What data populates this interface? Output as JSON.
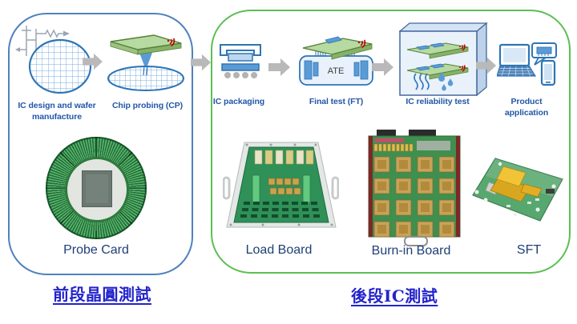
{
  "front_section": {
    "caption": "前段晶圓測試",
    "steps": [
      {
        "label": "IC design and wafer manufacture"
      },
      {
        "label": "Chip probing (CP)"
      }
    ],
    "hardware": [
      {
        "label": "Probe Card"
      }
    ]
  },
  "back_section": {
    "caption": "後段IC測試",
    "steps": [
      {
        "label": "IC packaging"
      },
      {
        "label": "Final test (FT)",
        "machine_text": "ATE"
      },
      {
        "label": "IC reliability test"
      },
      {
        "label": "Product application"
      }
    ],
    "hardware": [
      {
        "label": "Load Board"
      },
      {
        "label": "Burn-in Board"
      },
      {
        "label": "SFT"
      }
    ]
  },
  "icons": {
    "flow": [
      "wafer-design-icon",
      "chip-probing-icon",
      "arrow-right-icon",
      "ic-packaging-icon",
      "ate-tester-icon",
      "reliability-chamber-icon",
      "product-application-icon"
    ],
    "hardware": [
      "probe-card-photo",
      "load-board-photo",
      "burn-in-board-photo",
      "sft-photo"
    ]
  },
  "colors": {
    "front_border": "#4f81bd",
    "back_border": "#5cbf52",
    "step_label_blue": "#2356a8",
    "hardware_label_blue": "#1f3f77",
    "caption_blue": "#2323cc",
    "arrow_gray": "#b9b9b9",
    "board_green": "#b7d9a2",
    "pcb_green": "#2f9058",
    "wifi_red": "#c00000",
    "chip_blue": "#5b9bd5"
  }
}
